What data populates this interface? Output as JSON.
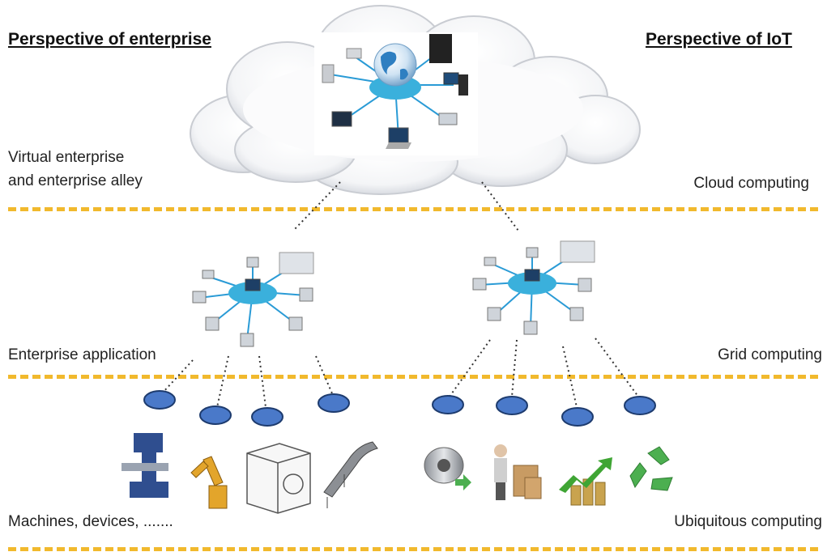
{
  "headings": {
    "left": "Perspective of enterprise",
    "right": "Perspective of  IoT"
  },
  "left_labels": {
    "virtual_enterprise": [
      "Virtual enterprise",
      "and enterprise alley"
    ],
    "enterprise_application": "Enterprise application",
    "machines": "Machines, devices, ......."
  },
  "right_labels": {
    "cloud": "Cloud computing",
    "grid": "Grid computing",
    "ubiquitous": "Ubiquitous computing"
  },
  "colors": {
    "separator": "#f1b92d",
    "node": "#4a79c9",
    "hub": "#3ab0dc"
  },
  "icons": {
    "cloud_network": "globe-network-icon",
    "grid_networks": "computer-network-icon",
    "left_devices": [
      "milling-machine-icon",
      "robot-arm-icon",
      "3d-printer-icon",
      "conveyor-icon"
    ],
    "right_devices": [
      "steel-coil-icon",
      "warehouse-worker-icon",
      "growth-chart-icon",
      "recycle-icon"
    ]
  }
}
